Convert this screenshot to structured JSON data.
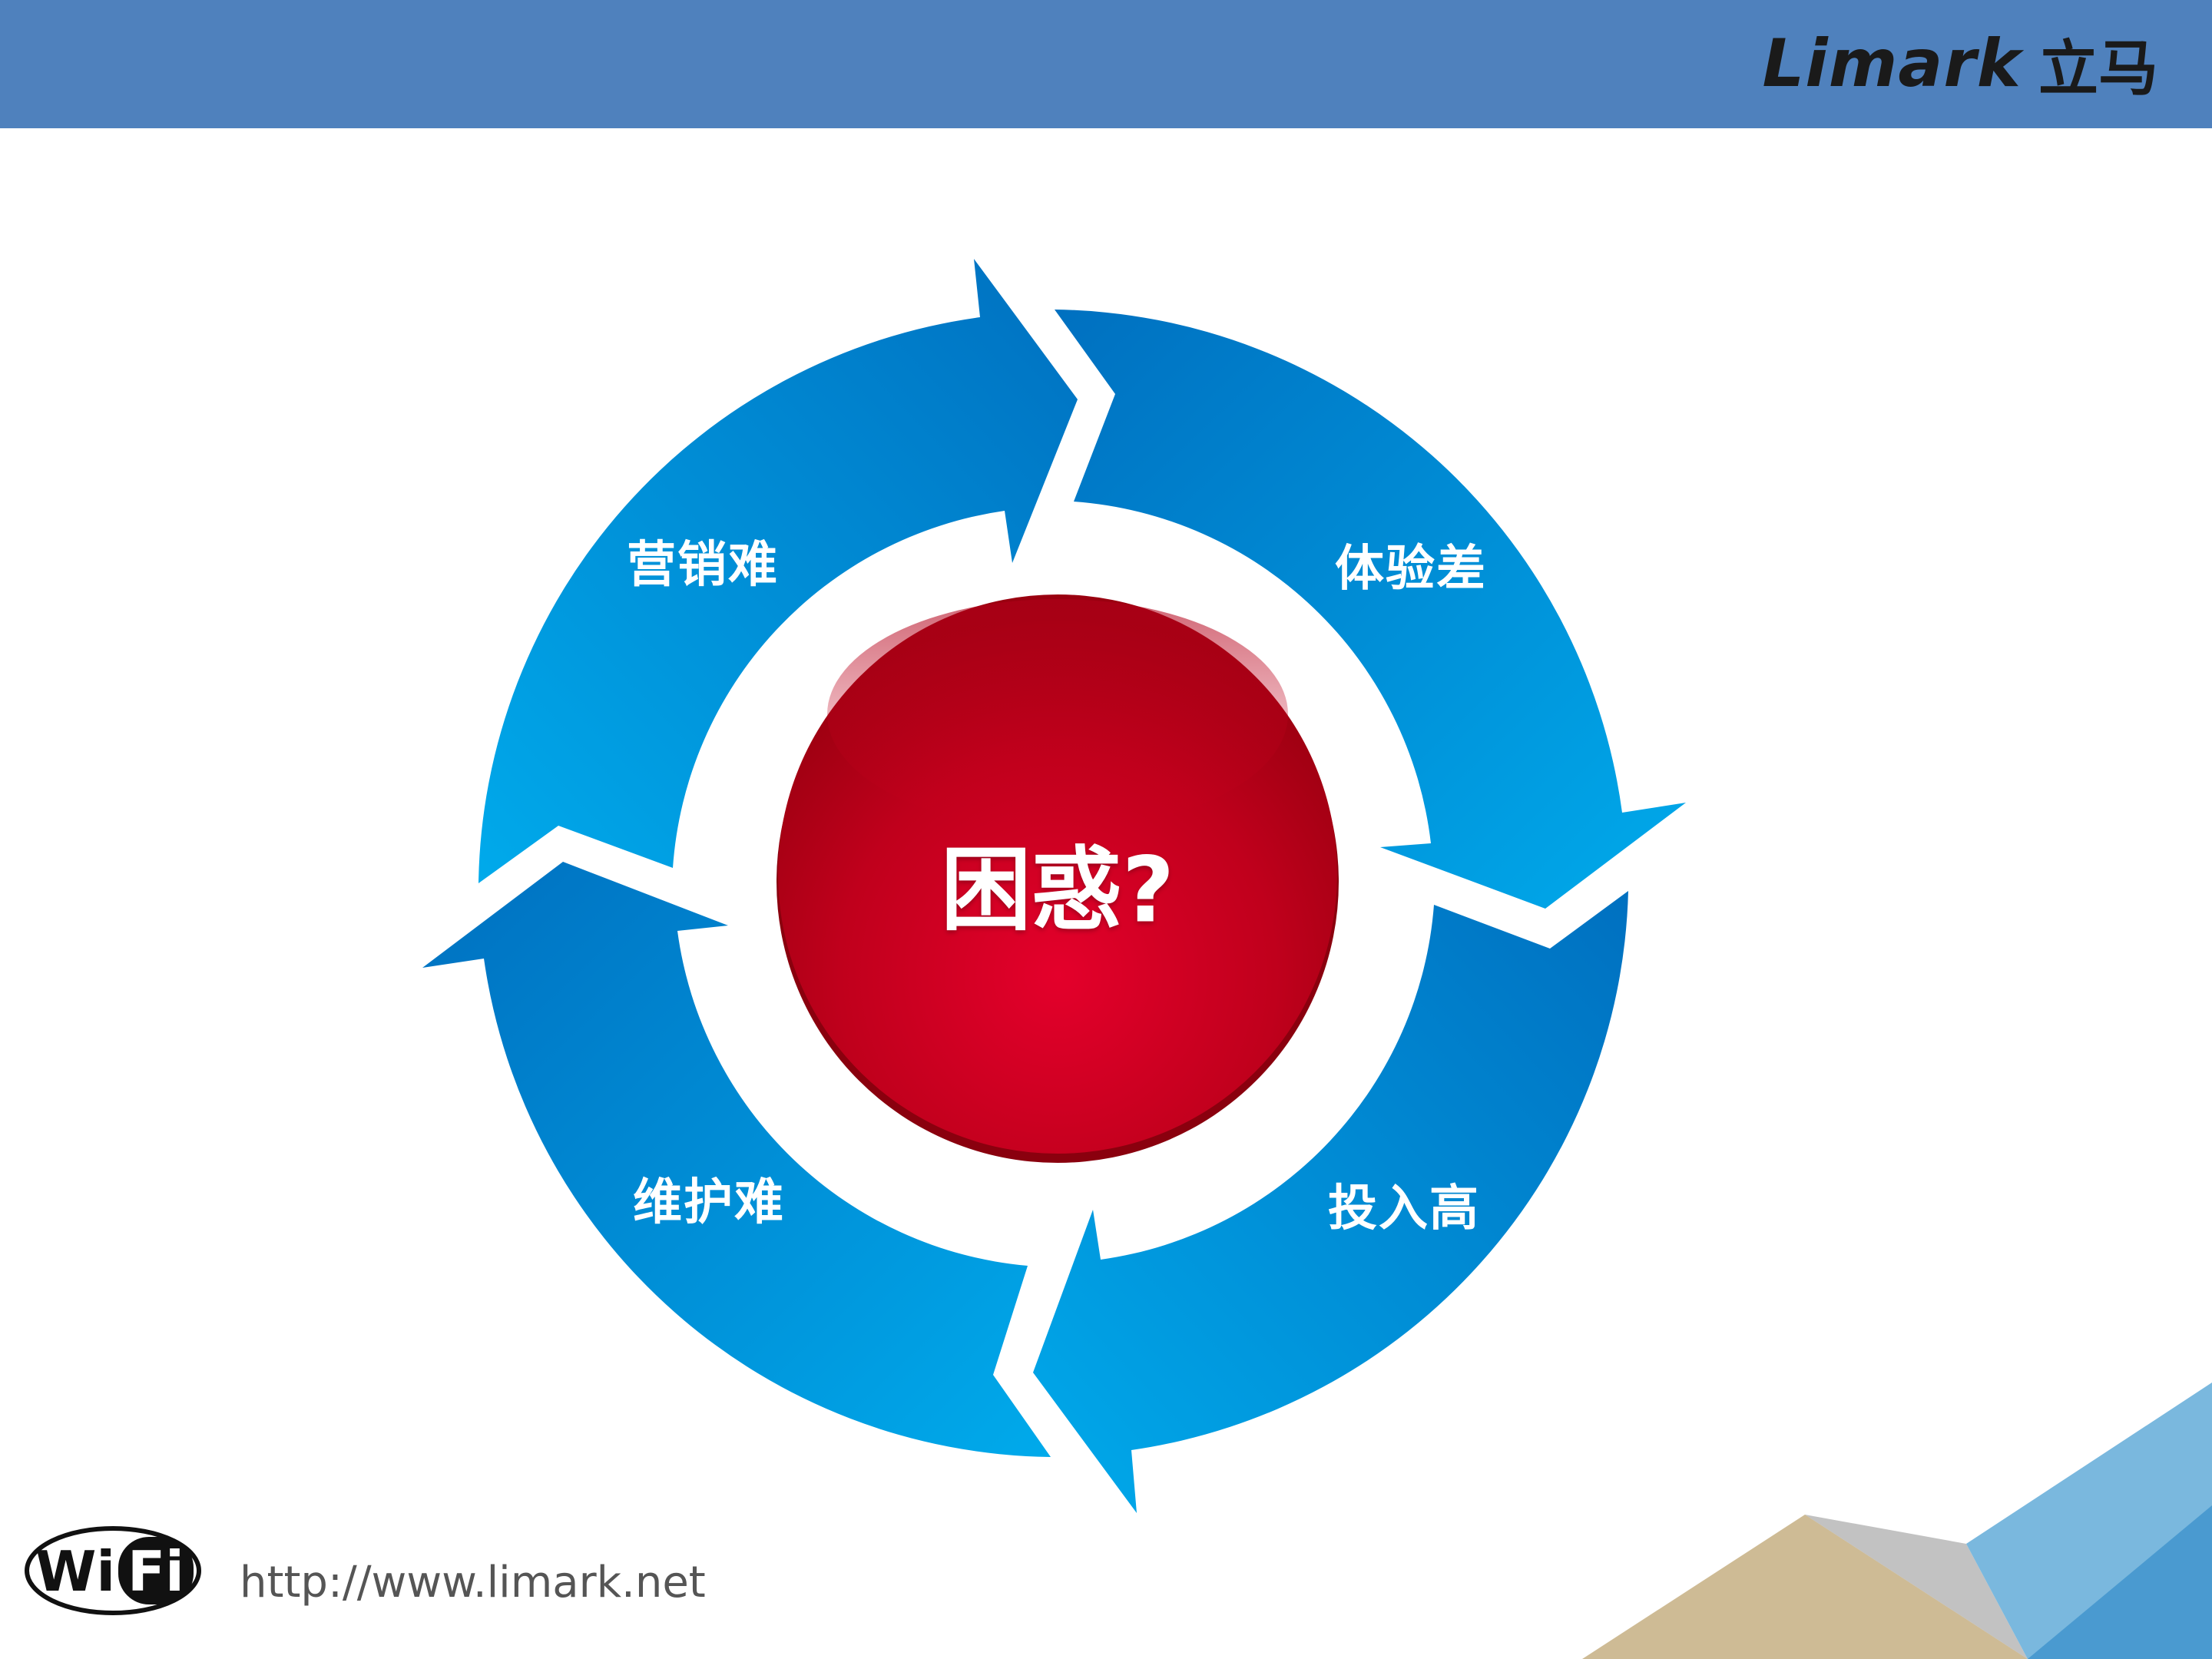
{
  "header": {
    "logo_text": "Limark",
    "logo_cn": "立马",
    "bar_color": "#4f81bd"
  },
  "diagram": {
    "center": "困惑?",
    "segments": [
      {
        "label": "营销难"
      },
      {
        "label": "体验差"
      },
      {
        "label": "投入高"
      },
      {
        "label": "维护难"
      }
    ],
    "colors": {
      "arrow_light": "#00aaeb",
      "arrow_dark": "#0070c0",
      "center_light": "#e4002b",
      "center_dark": "#9a0010"
    }
  },
  "footer": {
    "wifi_text": "Wi Fi",
    "url": "http://www.limark.net"
  }
}
